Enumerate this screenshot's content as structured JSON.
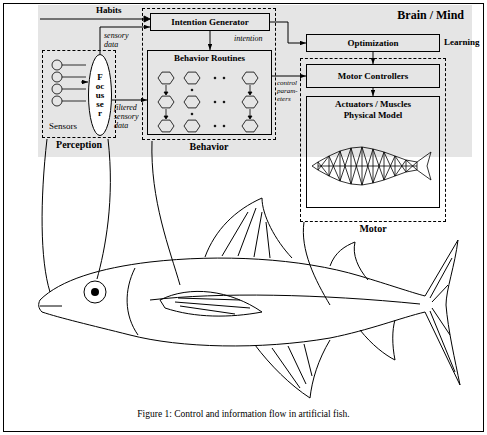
{
  "diagram": {
    "caption": "Figure 1: Control and information flow in artificial fish.",
    "nodes": [
      {
        "text": [
          "Brain / Mind"
        ]
      },
      {
        "text": [
          "Perception"
        ],
        "in": 0
      },
      {
        "text": [
          "Sensors"
        ],
        "in": 1
      },
      {
        "text": [
          "Focusser"
        ],
        "in": 1
      },
      {
        "text": [
          "Behavior"
        ],
        "in": 0
      },
      {
        "text": [
          "Intention Generator"
        ],
        "in": 4
      },
      {
        "text": [
          "Behavior Routines"
        ],
        "in": 4
      },
      {
        "text": [
          "Optimization"
        ],
        "in": 0
      },
      {
        "text": [
          "Motor"
        ]
      },
      {
        "text": [
          "Motor Controllers"
        ],
        "in": 8
      },
      {
        "text": [
          "Actuators / Muscles",
          "Physical Model"
        ],
        "in": 8
      }
    ],
    "edges": [
      {
        "from": 2,
        "to": 3,
        "arrow": "to"
      },
      {
        "from": 3,
        "to": 5,
        "label": "sensory data",
        "arrow": "to"
      },
      {
        "from": 3,
        "to": 6,
        "label": "filtered sensory data",
        "arrow": "to"
      },
      {
        "from": 5,
        "to": 6,
        "arrow": "to"
      },
      {
        "from": 5,
        "to": 7,
        "label": "intention",
        "arrow": "to"
      },
      {
        "from": 6,
        "to": 9,
        "label": "control param- eters",
        "arrow": "to"
      },
      {
        "from": 7,
        "to": 9,
        "arrow": "to"
      },
      {
        "from": 9,
        "to": 10,
        "arrow": "to"
      }
    ],
    "labels": [
      "Habits",
      "Learning"
    ]
  }
}
